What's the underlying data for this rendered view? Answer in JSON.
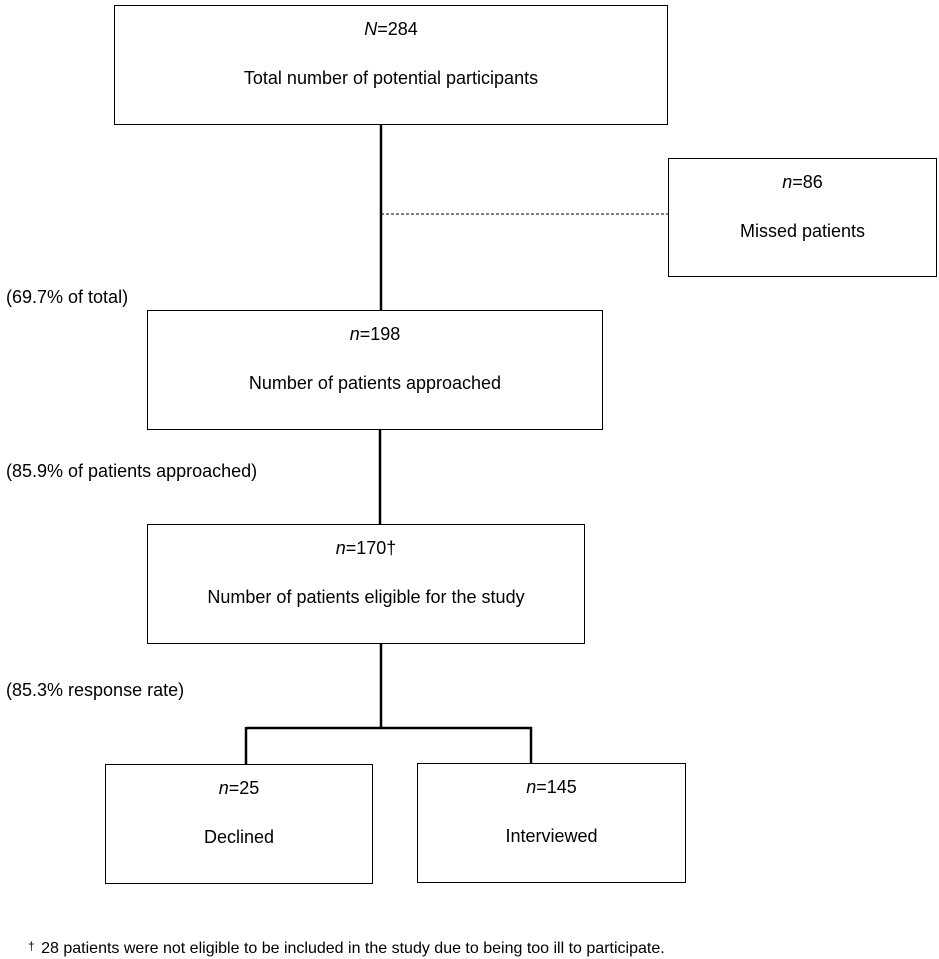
{
  "total": {
    "var": "N",
    "count": "=284",
    "label": "Total number of potential participants"
  },
  "missed": {
    "var": "n",
    "count": "=86",
    "label": "Missed patients"
  },
  "approached": {
    "pct": "(69.7% of total)",
    "var": "n",
    "count": "=198",
    "label": "Number of patients approached"
  },
  "eligible": {
    "pct": "(85.9% of patients approached)",
    "var": "n",
    "count": "=170†",
    "label": "Number of patients eligible for the study"
  },
  "response": {
    "pct": "(85.3% response rate)"
  },
  "declined": {
    "var": "n",
    "count": "=25",
    "label": "Declined"
  },
  "interviewed": {
    "var": "n",
    "count": "=145",
    "label": "Interviewed"
  },
  "footnote": {
    "marker": "†",
    "text": "28 patients were not eligible to be included in the study due to being too ill to participate."
  }
}
